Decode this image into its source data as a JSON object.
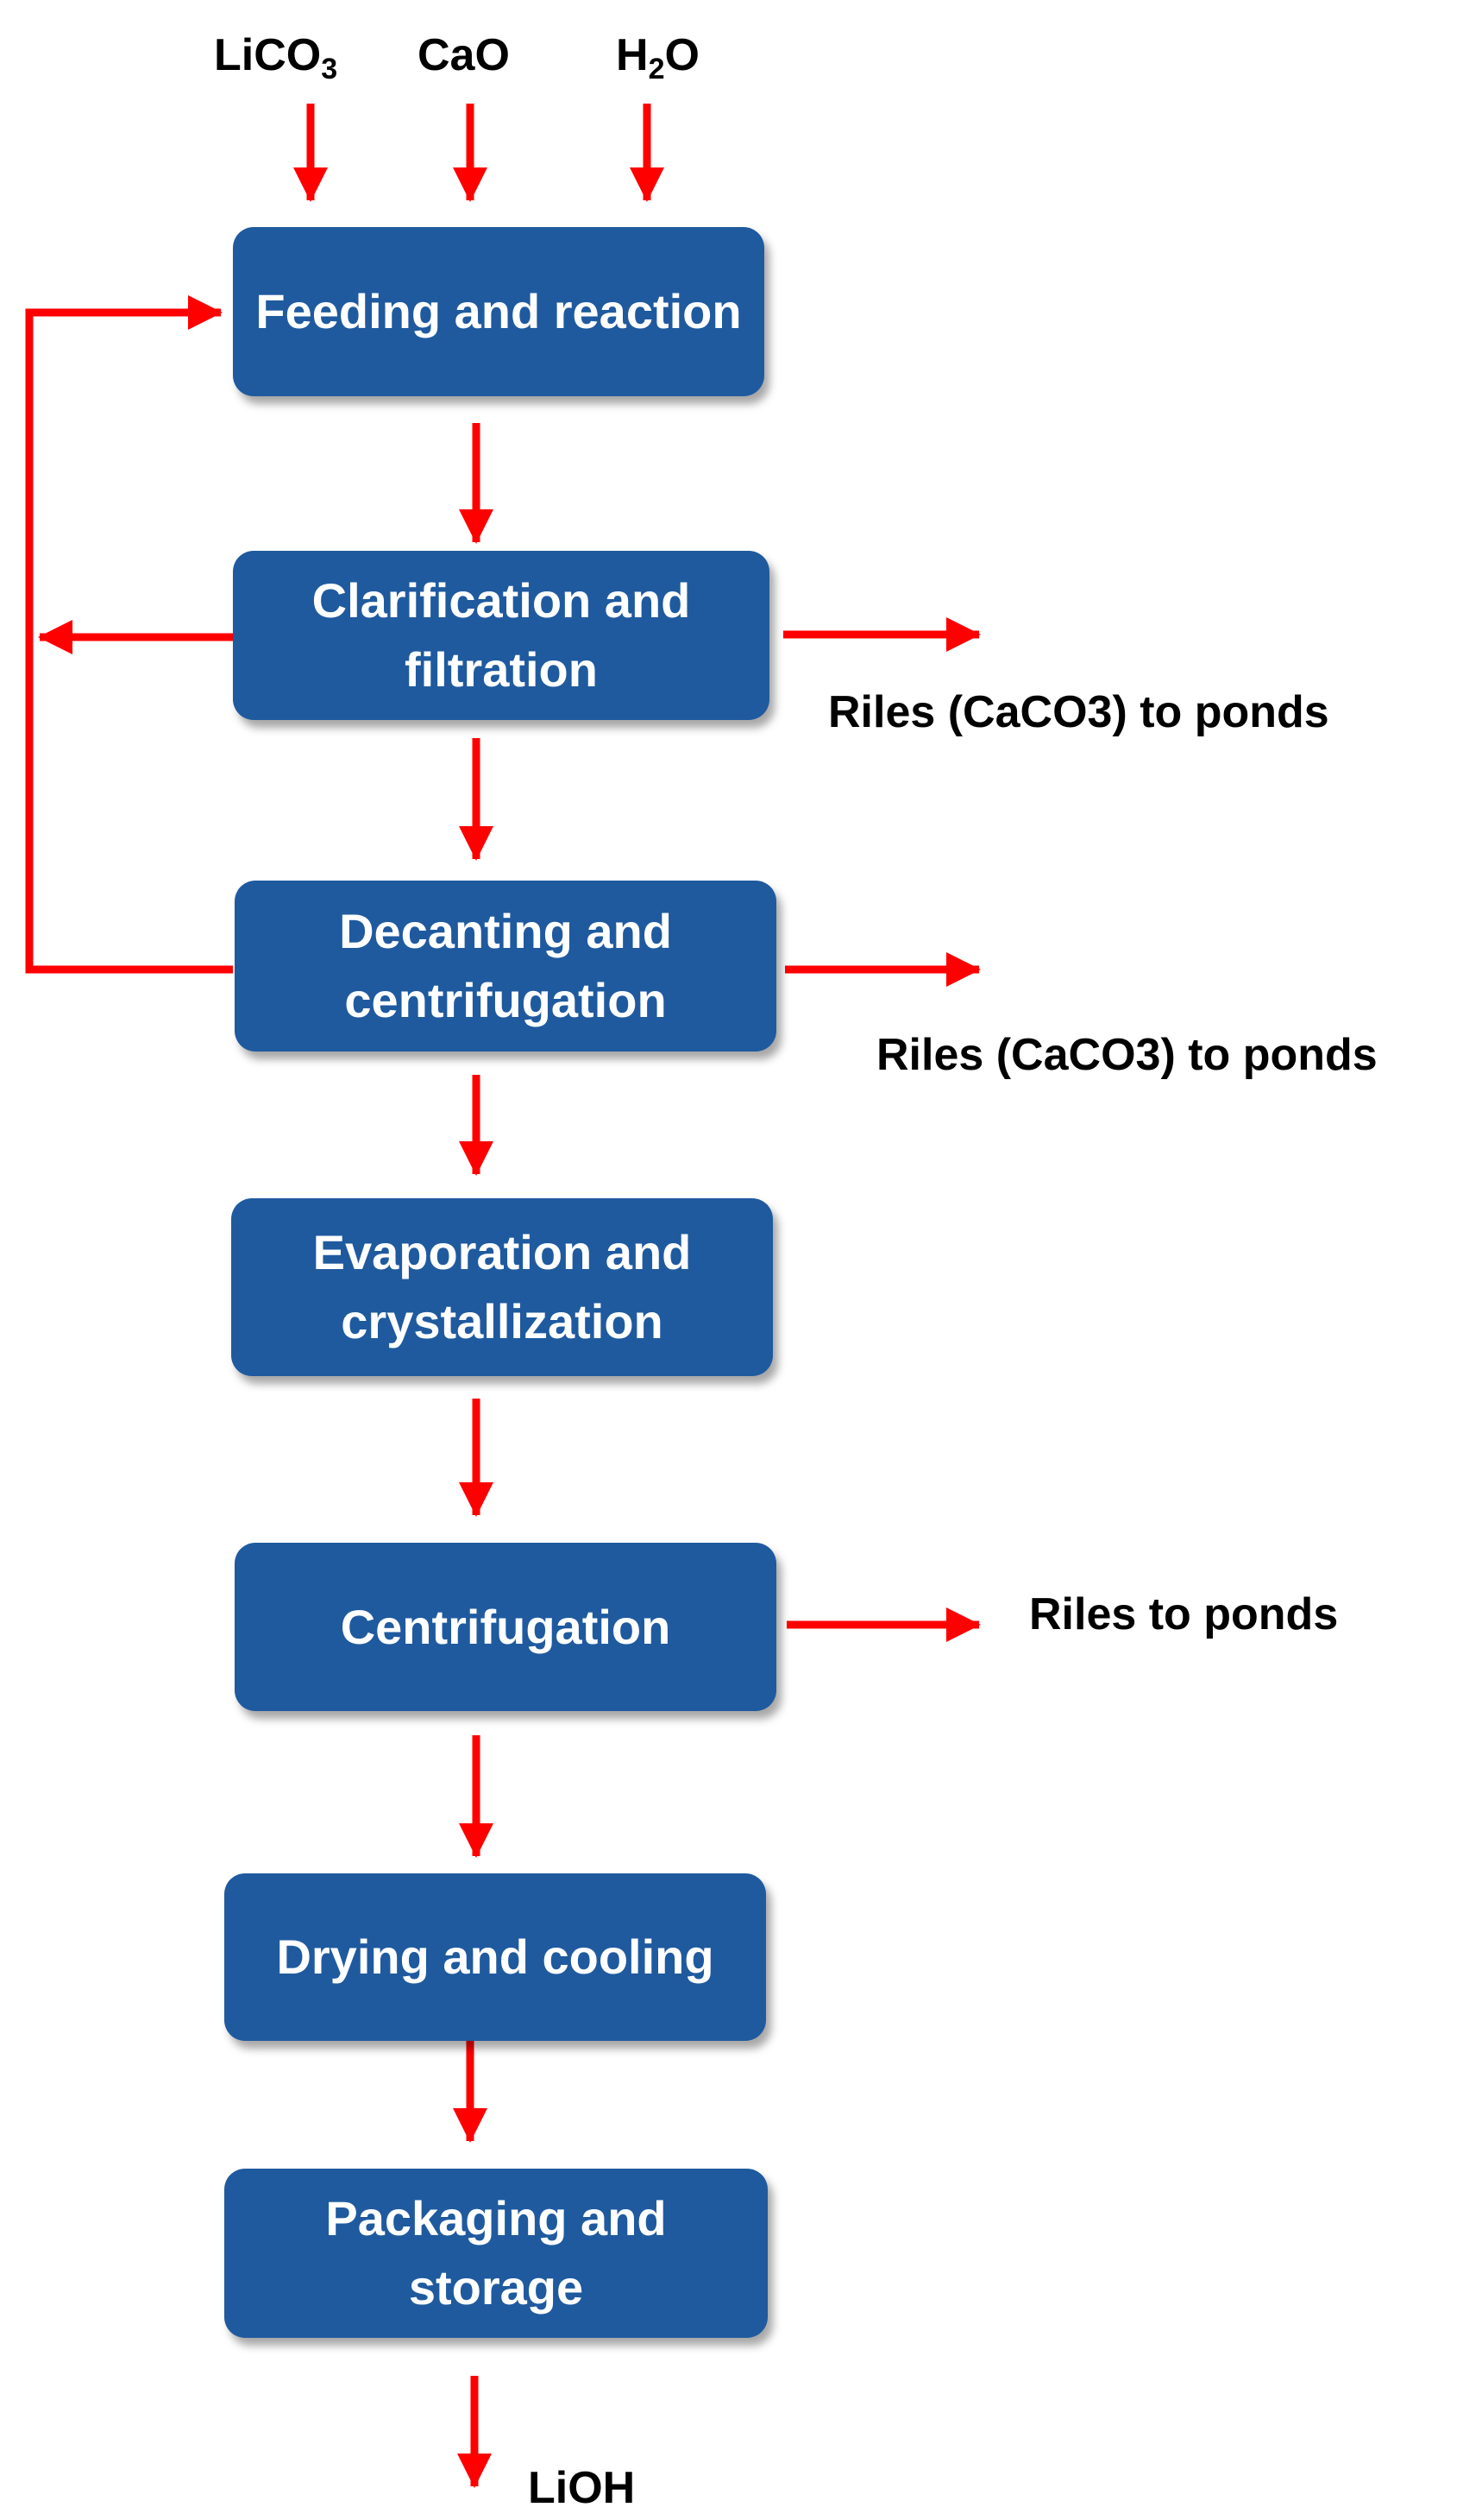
{
  "inputs": {
    "licarbonate": {
      "main": "LiCO",
      "sub": "3"
    },
    "cao": "CaO",
    "water": {
      "pre": "H",
      "sub": "2",
      "post": "O"
    }
  },
  "steps": [
    "Feeding and reaction",
    "Clarification and filtration",
    "Decanting and centrifugation",
    "Evaporation and crystallization",
    "Centrifugation",
    "Drying and cooling",
    "Packaging and storage"
  ],
  "outputs": {
    "riles_clarification": "Riles (CaCO3) to ponds",
    "riles_decanting": "Riles (CaCO3) to ponds",
    "riles_centrifugation": "Riles to ponds",
    "product": "LiOH"
  },
  "colors": {
    "box_fill": "#1f5a9f",
    "box_text": "#ffffff",
    "arrow": "#ff0000",
    "label": "#000000"
  }
}
